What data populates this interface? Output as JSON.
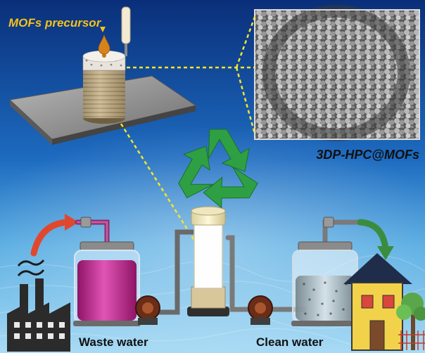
{
  "labels": {
    "precursor": "MOFs precursor",
    "material": "3DP-HPC@MOFs",
    "waste": "Waste water",
    "clean": "Clean water"
  },
  "icons": [
    "recycle-icon",
    "factory-icon",
    "house-icon",
    "tree-icon"
  ],
  "colors": {
    "sky_top": "#0b3a8a",
    "sea_bottom": "#7fc6ee",
    "label_yellow": "#f6c11a",
    "recycle_green": "#2ea043",
    "waste_liquid": "#c2248f",
    "arrow_red": "#e0482d",
    "arrow_green": "#3a8d3f"
  }
}
